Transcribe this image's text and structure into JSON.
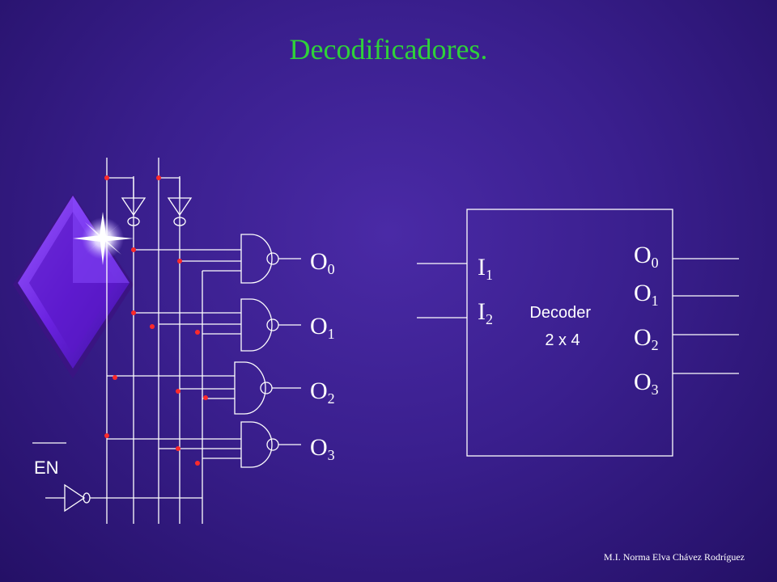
{
  "slide": {
    "title": "Decodificadores.",
    "credit": "M.I. Norma Elva Chávez Rodríguez"
  },
  "circuit": {
    "enable_label": "EN",
    "output_labels": [
      {
        "base": "O",
        "sub": "0"
      },
      {
        "base": "O",
        "sub": "1"
      },
      {
        "base": "O",
        "sub": "2"
      },
      {
        "base": "O",
        "sub": "3"
      }
    ]
  },
  "block": {
    "name_line1": "Decoder",
    "name_line2": "2 x 4",
    "inputs": [
      {
        "base": "I",
        "sub": "1"
      },
      {
        "base": "I",
        "sub": "2"
      }
    ],
    "outputs": [
      {
        "base": "O",
        "sub": "0"
      },
      {
        "base": "O",
        "sub": "1"
      },
      {
        "base": "O",
        "sub": "2"
      },
      {
        "base": "O",
        "sub": "3"
      }
    ]
  },
  "colors": {
    "title": "#2fd13a",
    "wire": "#ffffff",
    "junction": "#ff2a2a",
    "diamond": "#7a3cf0"
  }
}
